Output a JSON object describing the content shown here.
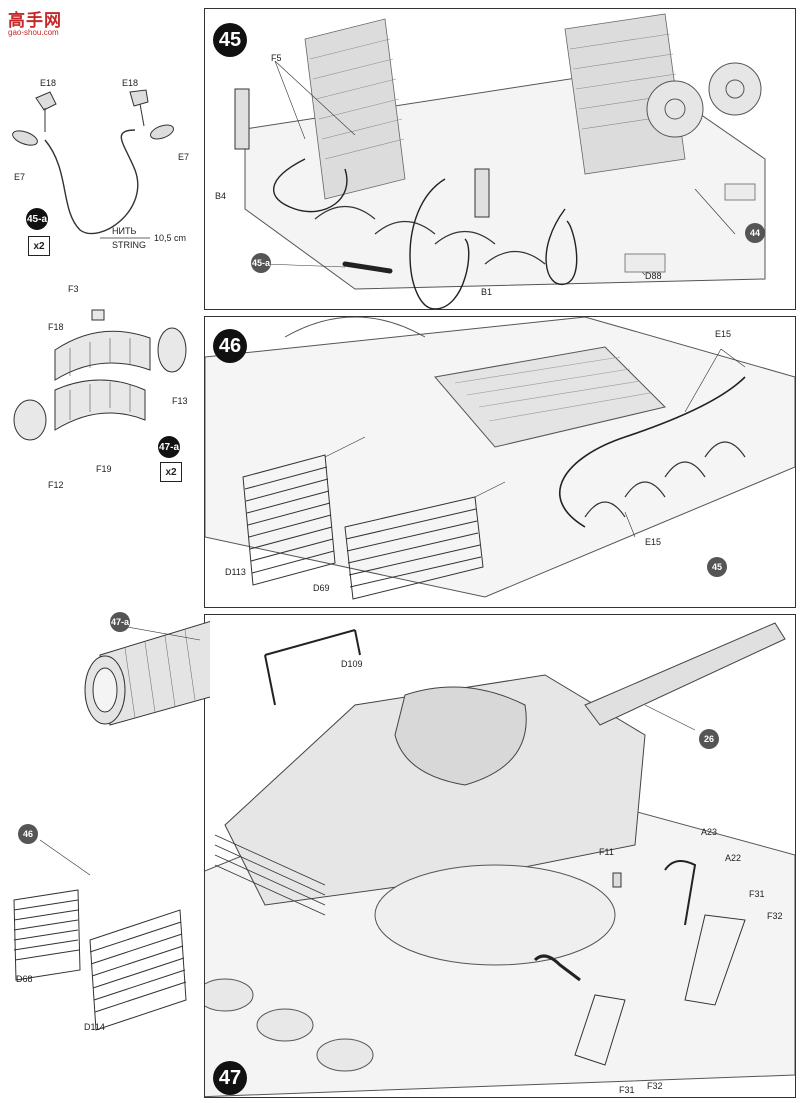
{
  "watermark": {
    "title": "高手网",
    "url": "gao-shou.com"
  },
  "steps": [
    {
      "number": "45"
    },
    {
      "number": "46"
    },
    {
      "number": "47"
    }
  ],
  "subassemblies": {
    "s45a": {
      "badge": "45-a",
      "qty": "x2",
      "string_label": "НИТЬ",
      "string_label_en": "STRING",
      "string_length": "10,5 cm"
    },
    "s47a": {
      "badge": "47-a",
      "qty": "x2"
    }
  },
  "refs": {
    "r44": "44",
    "r45": "45",
    "r45a": "45-a",
    "r46": "46",
    "r47a": "47-a",
    "r26": "26"
  },
  "parts": {
    "e18a": "E18",
    "e18b": "E18",
    "e7a": "E7",
    "e7b": "E7",
    "f3": "F3",
    "f18": "F18",
    "f13": "F13",
    "f12": "F12",
    "f19": "F19",
    "f5": "F5",
    "b4": "B4",
    "b1": "B1",
    "d88": "D88",
    "e15a": "E15",
    "e15b": "E15",
    "d113": "D113",
    "d69": "D69",
    "d109": "D109",
    "d68": "D68",
    "d114": "D114",
    "f11": "F11",
    "a23": "A23",
    "a22": "A22",
    "f31a": "F31",
    "f32a": "F32",
    "f31b": "F31",
    "f32b": "F32"
  }
}
